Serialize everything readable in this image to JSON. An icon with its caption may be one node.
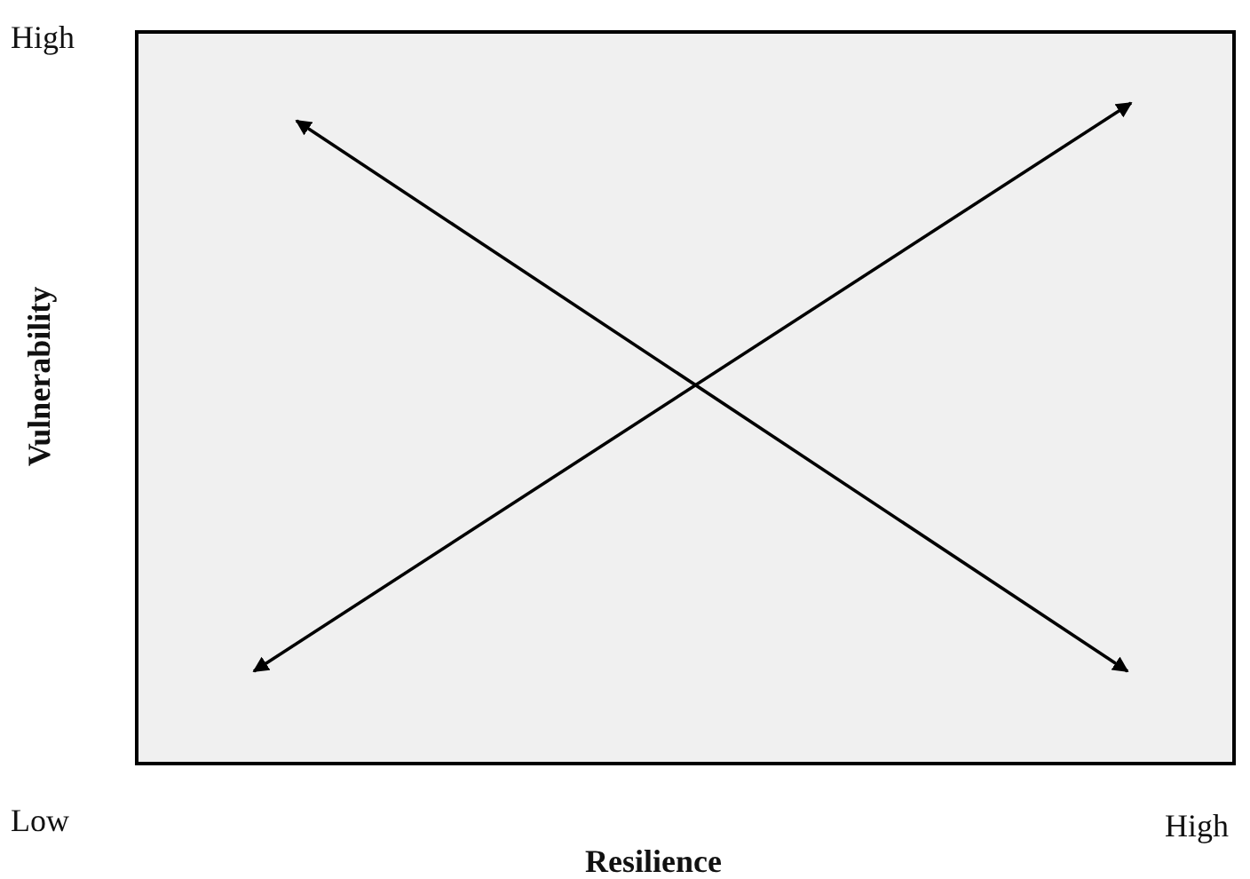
{
  "diagram": {
    "labels": [
      "High",
      "Vulnerability",
      "Low",
      "High",
      "Resilience"
    ]
  }
}
